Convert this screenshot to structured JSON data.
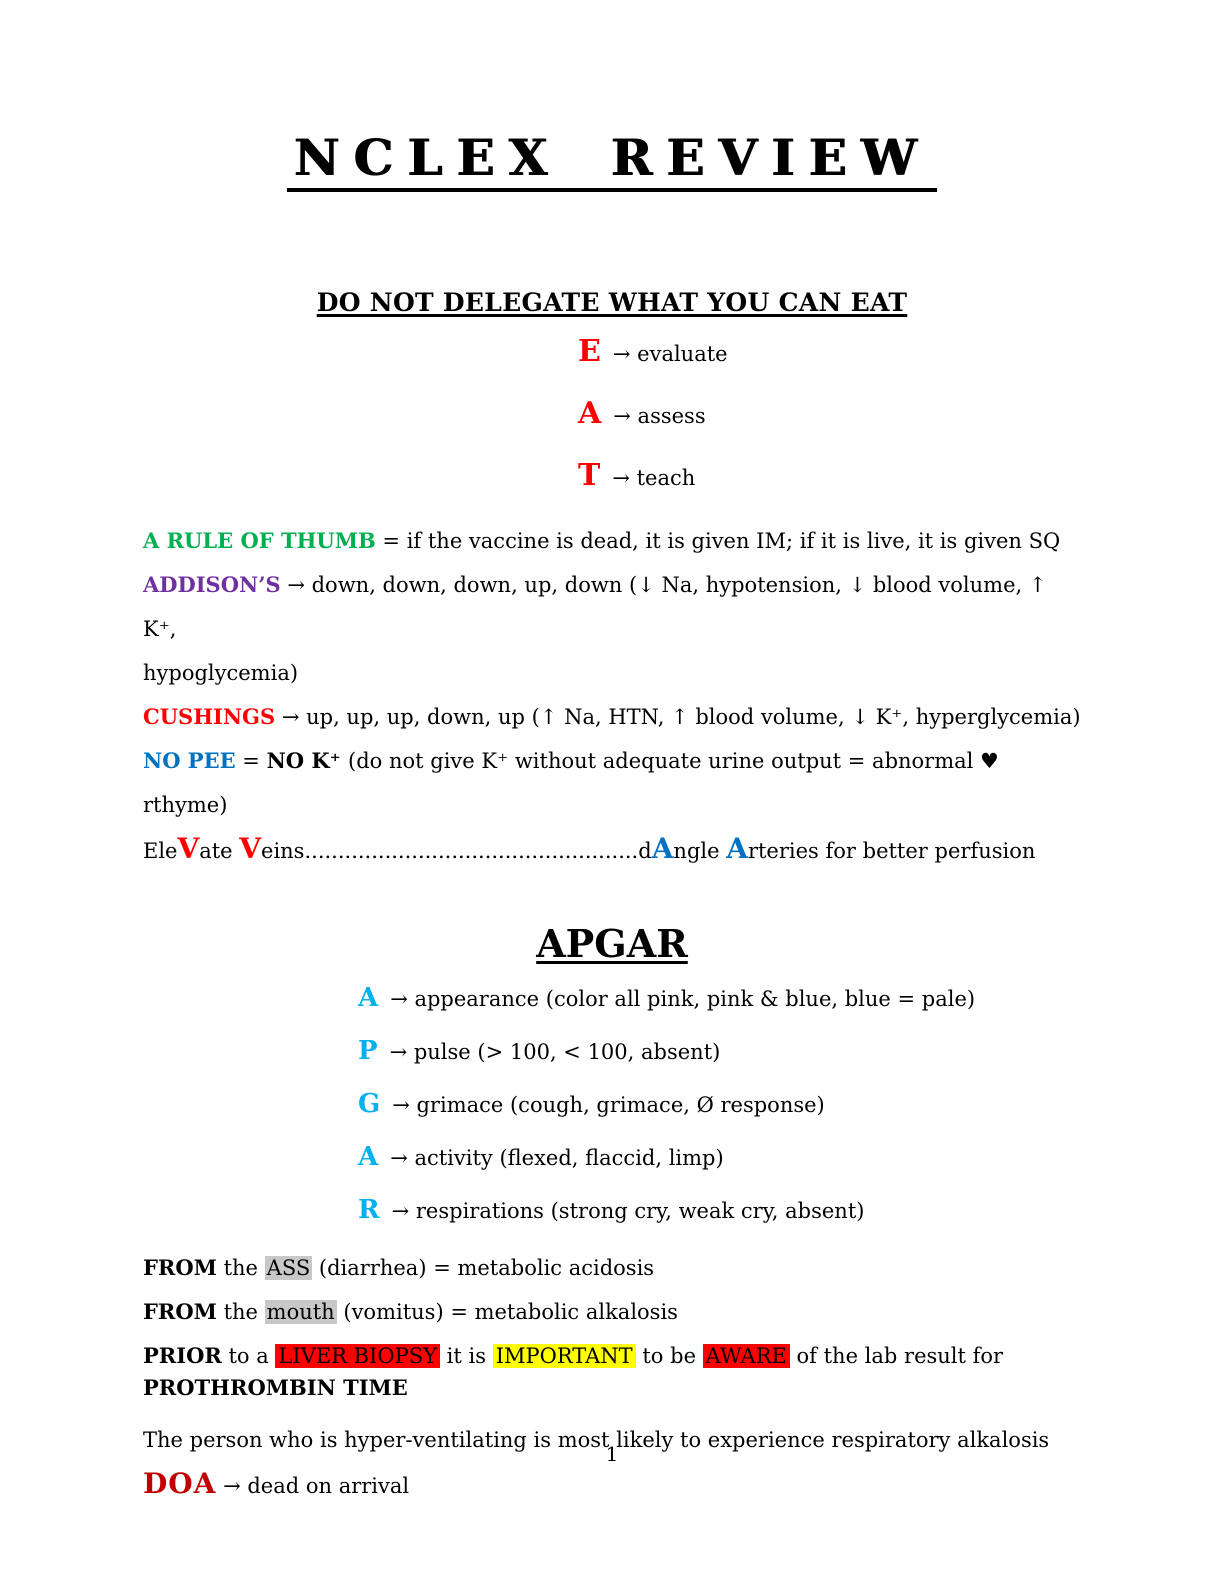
{
  "document": {
    "title": "NCLEX REVIEW",
    "page_number": "1"
  },
  "colors": {
    "red": "#FF0000",
    "green": "#00B050",
    "purple": "#7030A0",
    "blue": "#0070C0",
    "light_blue": "#00B0F0",
    "dark_red": "#C00000",
    "gray_highlight": "#C8C8C8",
    "red_highlight": "#FF0000",
    "yellow_highlight": "#FFFF00"
  },
  "eat": {
    "heading": "DO NOT DELEGATE WHAT YOU CAN EAT",
    "items": [
      {
        "letter": "E",
        "text": "→ evaluate"
      },
      {
        "letter": "A",
        "text": "→ assess"
      },
      {
        "letter": "T",
        "text": "→ teach"
      }
    ]
  },
  "mnemonics": {
    "rule_of_thumb": {
      "lead": "A RULE OF THUMB",
      "rest": " = if the vaccine is dead, it is given IM; if it is live, it is given SQ"
    },
    "addisons": {
      "lead": "ADDISON’S",
      "rest_line1": " → down, down, down, up, down (↓ Na, hypotension, ↓ blood volume, ↑ K⁺,",
      "rest_line2": "hypoglycemia)"
    },
    "cushings": {
      "lead": "CUSHINGS",
      "rest": " → up, up, up, down, up (↑ Na, HTN, ↑ blood volume, ↓ K⁺, hyperglycemia)"
    },
    "no_pee": {
      "lead": "NO PEE",
      "equals": " = ",
      "bold": "NO K⁺ ",
      "rest": "(do not give K⁺ without adequate urine output = abnormal ♥ rthyme)"
    },
    "elevate": {
      "pre": "Ele",
      "v1": "V",
      "mid1": "ate ",
      "v2": "V",
      "mid2": "eins",
      "dots": "..................................................",
      "d": "d",
      "a1": "A",
      "mid3": "ngle ",
      "a2": "A",
      "tail": "rteries for better perfusion"
    }
  },
  "apgar": {
    "heading": "APGAR",
    "items": [
      {
        "letter": "A",
        "text": "→ appearance (color all pink, pink & blue, blue = pale)"
      },
      {
        "letter": "P",
        "text": "→ pulse (> 100, < 100, absent)"
      },
      {
        "letter": "G",
        "text": "→ grimace (cough, grimace, Ø response)"
      },
      {
        "letter": "A",
        "text": "→ activity (flexed, flaccid, limp)"
      },
      {
        "letter": "R",
        "text": "→ respirations (strong cry, weak cry, absent)"
      }
    ]
  },
  "notes": {
    "from_ass": {
      "bold": "FROM",
      "mid": " the ",
      "highlight": "ASS",
      "rest": " (diarrhea) = metabolic acidosis"
    },
    "from_mouth": {
      "bold": "FROM",
      "mid": " the ",
      "highlight": "mouth",
      "rest": " (vomitus) = metabolic alkalosis"
    },
    "prior": {
      "bold1": "PRIOR",
      "t1": " to a ",
      "hl_red1": "LIVER BIOPSY",
      "t2": " it is ",
      "hl_yellow": "IMPORTANT",
      "t3": " to be ",
      "hl_red2": "AWARE",
      "t4": " of the lab result for ",
      "bold2": "PROTHROMBIN TIME"
    },
    "hyperventilating": "The person who is hyper-ventilating is most likely to experience respiratory alkalosis",
    "doa": {
      "lead": "DOA",
      "rest": " → dead on arrival"
    }
  }
}
